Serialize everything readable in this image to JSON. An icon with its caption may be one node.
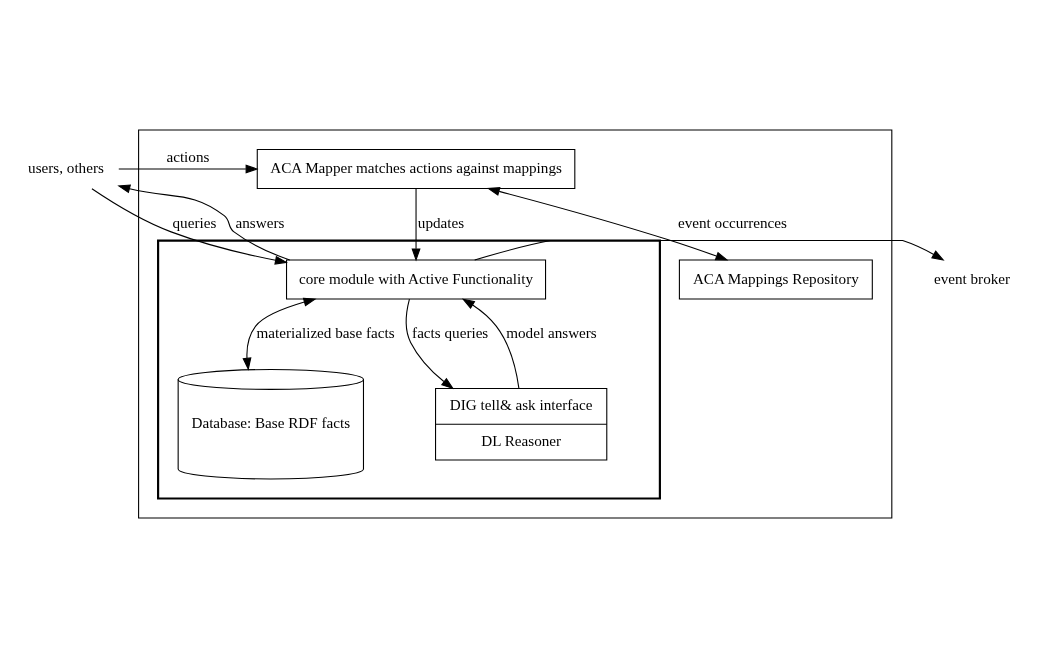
{
  "diagram": {
    "nodes": [
      {
        "text": [],
        "shape": "box"
      },
      {
        "text": [
          "users, others"
        ]
      },
      {
        "text": [
          "ACA Mapper matches actions against mappings"
        ],
        "in": 0
      },
      {
        "text": [
          "ACA Mappings Repository"
        ],
        "in": 0
      },
      {
        "text": [
          "event broker"
        ]
      },
      {
        "text": [],
        "shape": "box",
        "in": 0
      },
      {
        "text": [
          "core module with Active Functionality"
        ],
        "in": 5
      },
      {
        "text": [
          "Database: Base RDF facts"
        ],
        "in": 5
      },
      {
        "text": [
          "DIG tell& ask interface",
          "DL Reasoner"
        ],
        "in": 5
      }
    ],
    "edges": [
      {
        "from": 1,
        "to": 2,
        "arrow": "to",
        "label": "actions"
      },
      {
        "from": 1,
        "to": 6,
        "arrow": "to",
        "label": "queries"
      },
      {
        "from": 6,
        "to": 1,
        "arrow": "to",
        "label": "answers"
      },
      {
        "from": 2,
        "to": 3,
        "arrow": "both"
      },
      {
        "from": 2,
        "to": 6,
        "arrow": "to",
        "label": "updates"
      },
      {
        "from": 6,
        "to": 4,
        "arrow": "to",
        "label": "event occurrences"
      },
      {
        "from": 6,
        "to": 7,
        "arrow": "both",
        "label": "materialized base facts"
      },
      {
        "from": 6,
        "to": 8,
        "arrow": "to",
        "label": "facts queries"
      },
      {
        "from": 8,
        "to": 6,
        "arrow": "to",
        "label": "model answers"
      }
    ]
  }
}
